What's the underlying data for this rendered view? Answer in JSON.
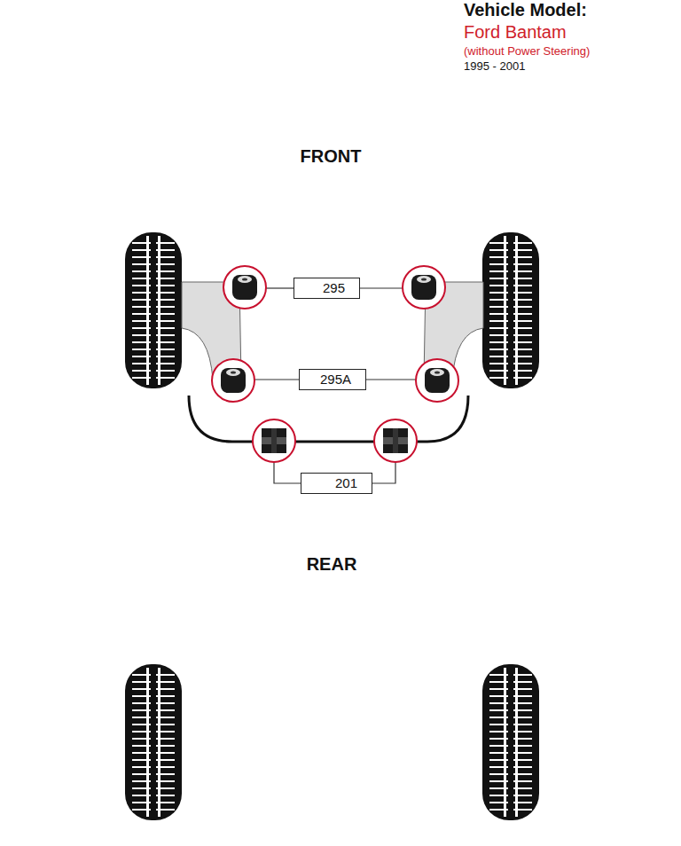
{
  "diagram": {
    "nodes": [
      {
        "text": [
          "295"
        ]
      },
      {
        "text": [
          "295A"
        ]
      },
      {
        "text": [
          "201"
        ]
      }
    ],
    "labels": [
      "Vehicle Model:",
      "Ford Bantam",
      "(without Power Steering)",
      "1995 - 2001",
      "FRONT",
      "REAR"
    ]
  }
}
